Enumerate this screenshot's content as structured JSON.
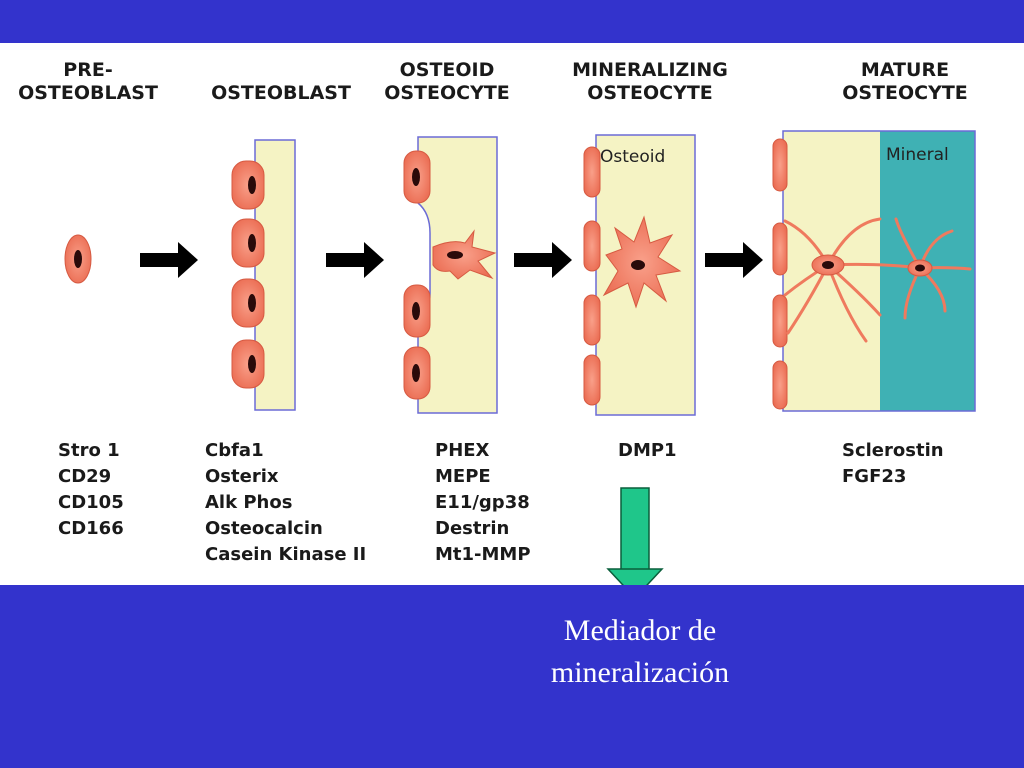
{
  "stages": [
    {
      "id": "pre-osteoblast",
      "title": "PRE-\nOSTEOBLAST",
      "markers": [
        "Stro 1",
        "CD29",
        "CD105",
        "CD166"
      ]
    },
    {
      "id": "osteoblast",
      "title": "OSTEOBLAST",
      "markers": [
        "Cbfa1",
        "Osterix",
        "Alk Phos",
        "Osteocalcin",
        "Casein Kinase II"
      ]
    },
    {
      "id": "osteoid-osteocyte",
      "title": "OSTEOID\nOSTEOCYTE",
      "markers": [
        "PHEX",
        "MEPE",
        "E11/gp38",
        "Destrin",
        "Mt1-MMP"
      ]
    },
    {
      "id": "mineralizing-osteocyte",
      "title": "MINERALIZING\nOSTEOCYTE",
      "markers": [
        "DMP1"
      ]
    },
    {
      "id": "mature-osteocyte",
      "title": "MATURE\nOSTEOCYTE",
      "markers": [
        "Sclerostin",
        "FGF23"
      ]
    }
  ],
  "bone_labels": {
    "osteoid": "Osteoid",
    "mineral": "Mineral"
  },
  "caption": {
    "line1": "Mediador de",
    "line2": "mineralización"
  },
  "colors": {
    "background": "#3333cc",
    "osteoid": "#f5f3c4",
    "mineral": "#3fb1b4",
    "cell": "#f07a60",
    "nucleus": "#2a0a0a",
    "highlight_arrow": "#1fc68a"
  }
}
